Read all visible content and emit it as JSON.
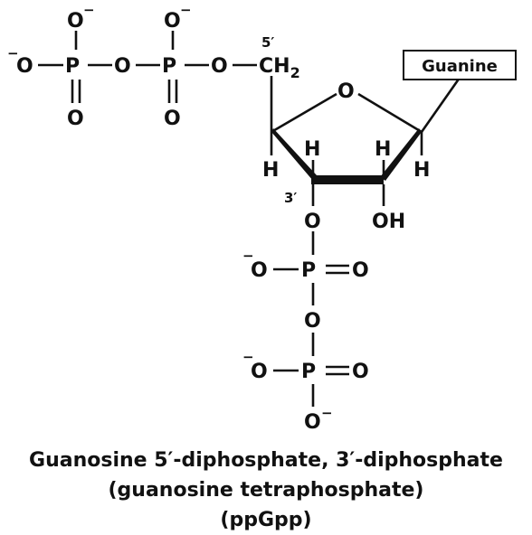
{
  "structure": {
    "base_label": "Guanine",
    "ring_oxygen": "O",
    "carbon_5_label": "5′",
    "carbon_3_label": "3′",
    "ch2_label": "CH",
    "ch2_subscript": "2",
    "hydroxyl_label": "OH",
    "hydrogen": "H",
    "oxygen": "O",
    "phosphorus": "P",
    "negative_charge": "−"
  },
  "caption": {
    "line1": "Guanosine 5′-diphosphate, 3′-diphosphate",
    "line2": "(guanosine tetraphosphate)",
    "line3": "(ppGpp)"
  }
}
